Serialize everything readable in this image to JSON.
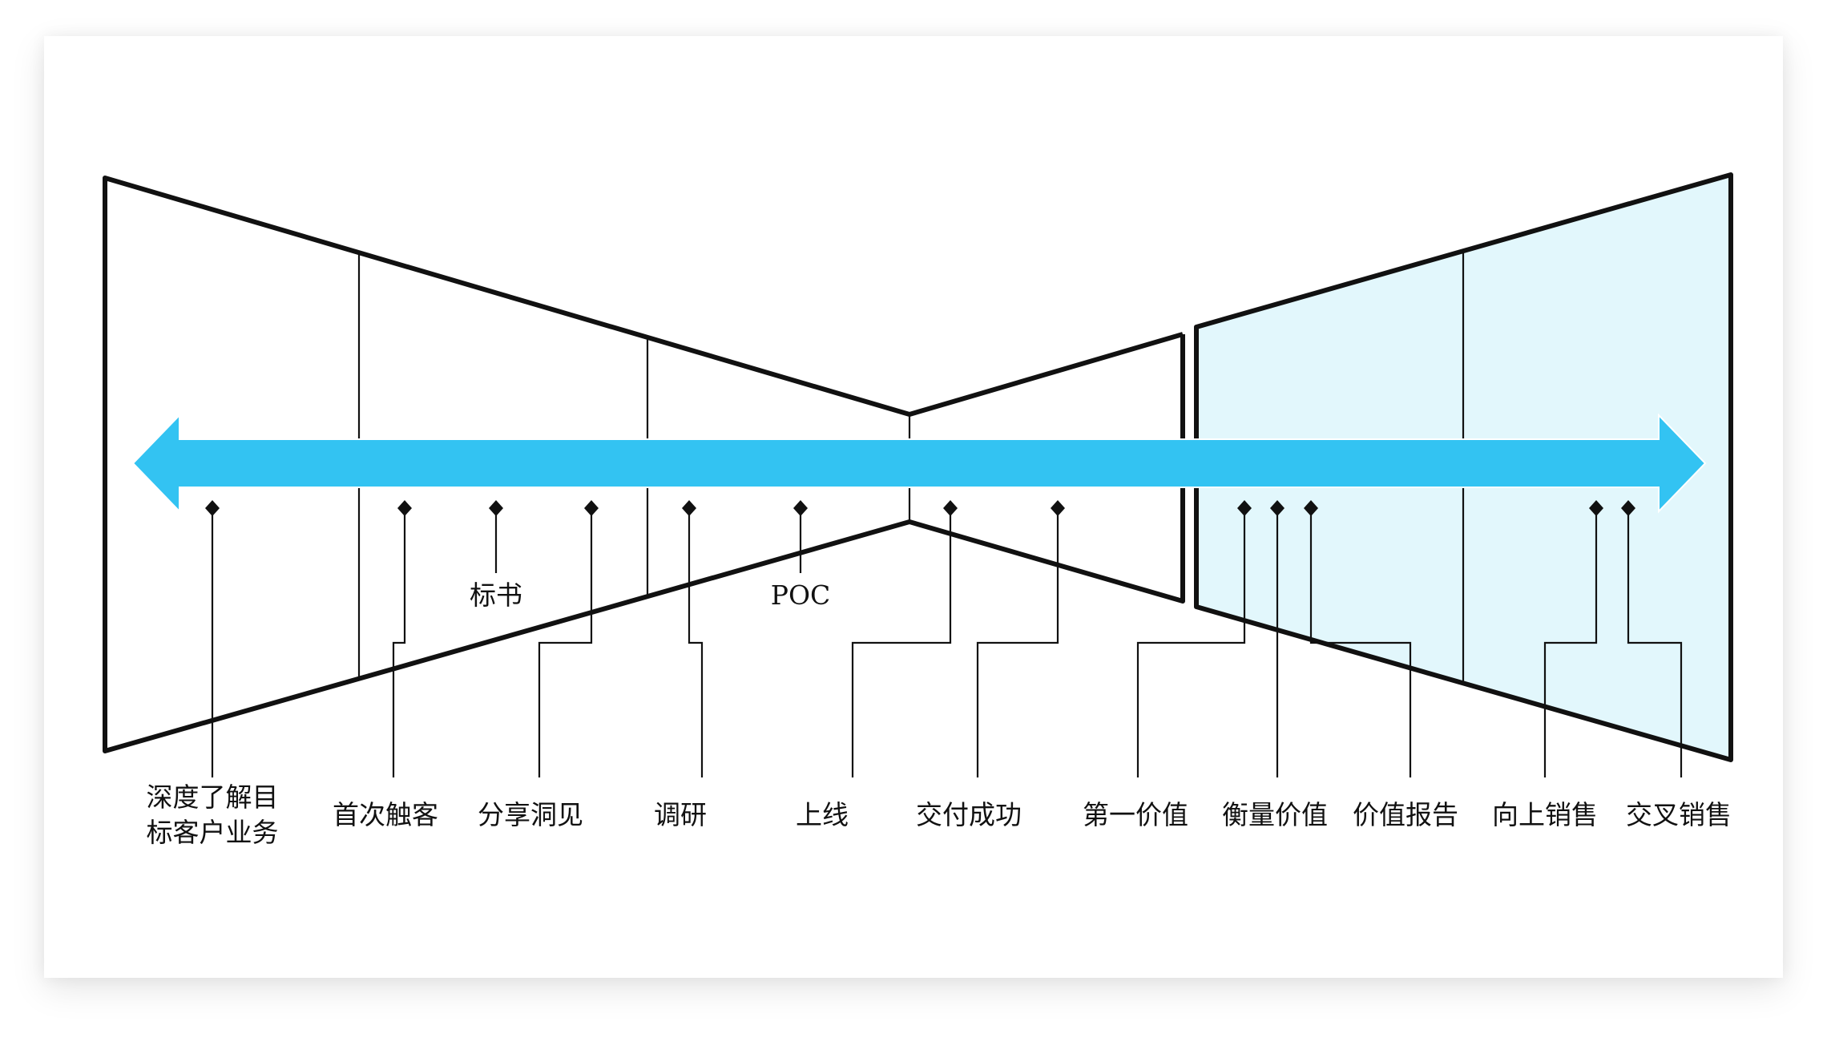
{
  "colors": {
    "arrow": "#33c3f2",
    "right_fill": "#e2f7fc",
    "stroke": "#111111",
    "background": "#ffffff"
  },
  "diagram": {
    "inline_labels": {
      "bid": "标书",
      "poc": "POC"
    },
    "labels": {
      "deep_understanding_line1": "深度了解目",
      "deep_understanding_line2": "标客户业务",
      "first_contact": "首次触客",
      "share_insights": "分享洞见",
      "research": "调研",
      "go_live": "上线",
      "delivery_success": "交付成功",
      "first_value": "第一价值",
      "measure_value": "衡量价值",
      "value_report": "价值报告",
      "upsell": "向上销售",
      "cross_sell": "交叉销售"
    }
  }
}
